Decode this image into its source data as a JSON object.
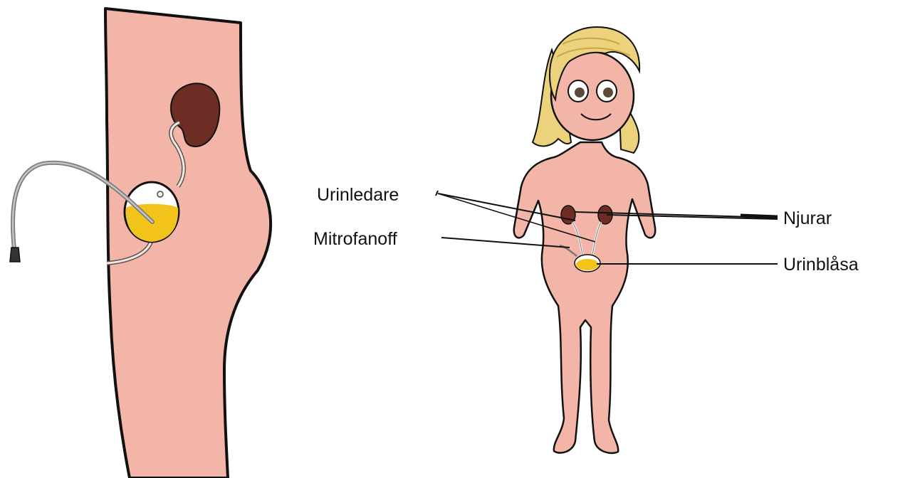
{
  "labels": {
    "urinledare": "Urinledare",
    "mitrofanoff": "Mitrofanoff",
    "njurar": "Njurar",
    "urinblasa": "Urinblåsa"
  },
  "colors": {
    "skin": "#f2b5a8",
    "outline": "#111111",
    "kidney": "#6e2d24",
    "urine": "#f2c31b",
    "hair": "#ecd27a",
    "catheter": "#8a8a8a"
  }
}
